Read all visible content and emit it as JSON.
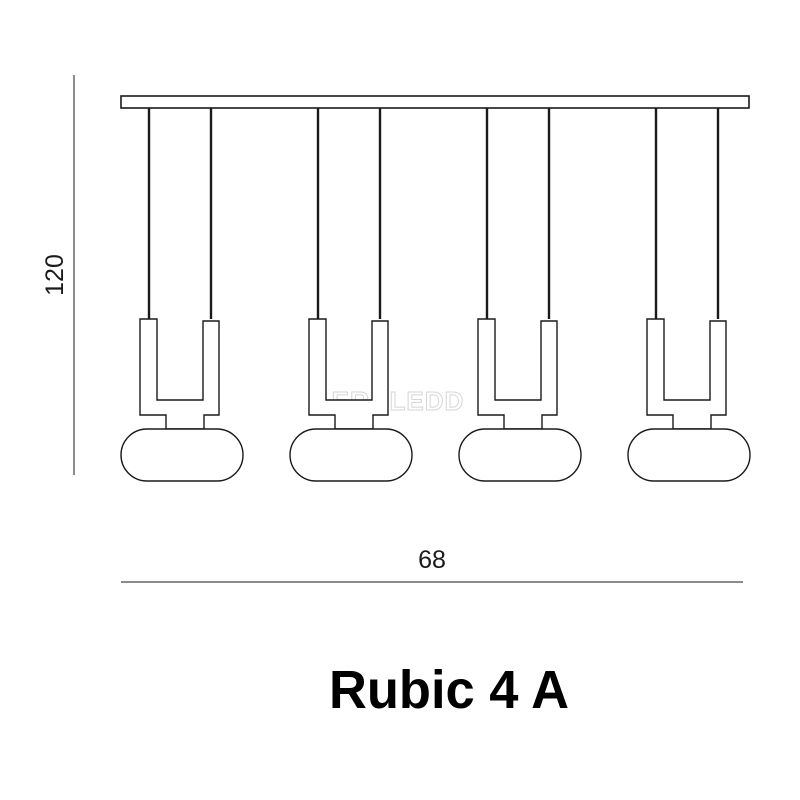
{
  "dimensions": {
    "height_label": "120",
    "width_label": "68"
  },
  "product": {
    "title": "Rubic 4 A"
  },
  "watermark": {
    "text": "ERALEDD"
  },
  "lamp_count": 4
}
